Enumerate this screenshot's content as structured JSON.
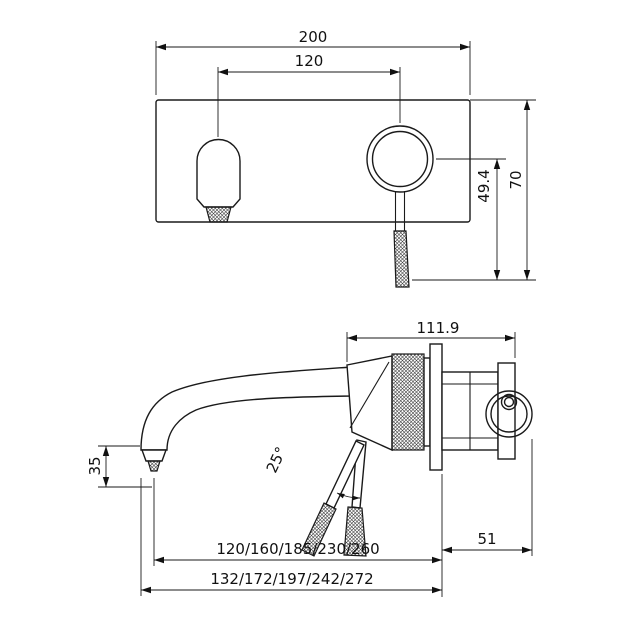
{
  "colors": {
    "line": "#1a1a1a",
    "background": "#ffffff"
  },
  "top_view": {
    "dims": {
      "overall_width": "200",
      "spout_to_handle": "120",
      "plate_height": "70",
      "handle_drop": "49.4"
    }
  },
  "side_view": {
    "dims": {
      "body_depth": "111.9",
      "spout_drop": "35",
      "handle_angle": "25°",
      "wall_depth": "51",
      "spout_reach": "120/160/185/230/260",
      "overall_reach": "132/172/197/242/272"
    }
  }
}
